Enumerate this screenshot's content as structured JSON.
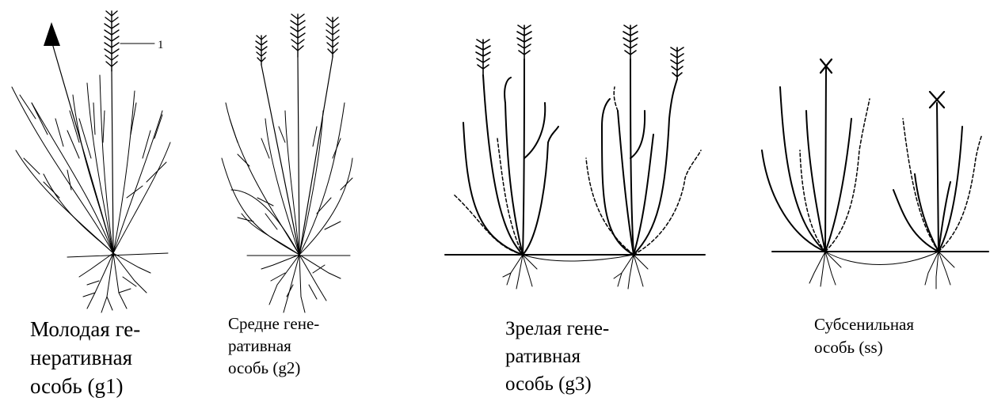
{
  "figure": {
    "stages": [
      {
        "id": "g1",
        "caption": "Молодая ге-\nнеративная\nособь (g1)"
      },
      {
        "id": "g2",
        "caption": "Средне гене-\nративная\nособь (g2)"
      },
      {
        "id": "g3",
        "caption": "Зрелая гене-\nративная\nособь  (g3)"
      },
      {
        "id": "ss",
        "caption": "Субсенильная\nособь (ss)"
      }
    ],
    "annotation_label": "1"
  }
}
